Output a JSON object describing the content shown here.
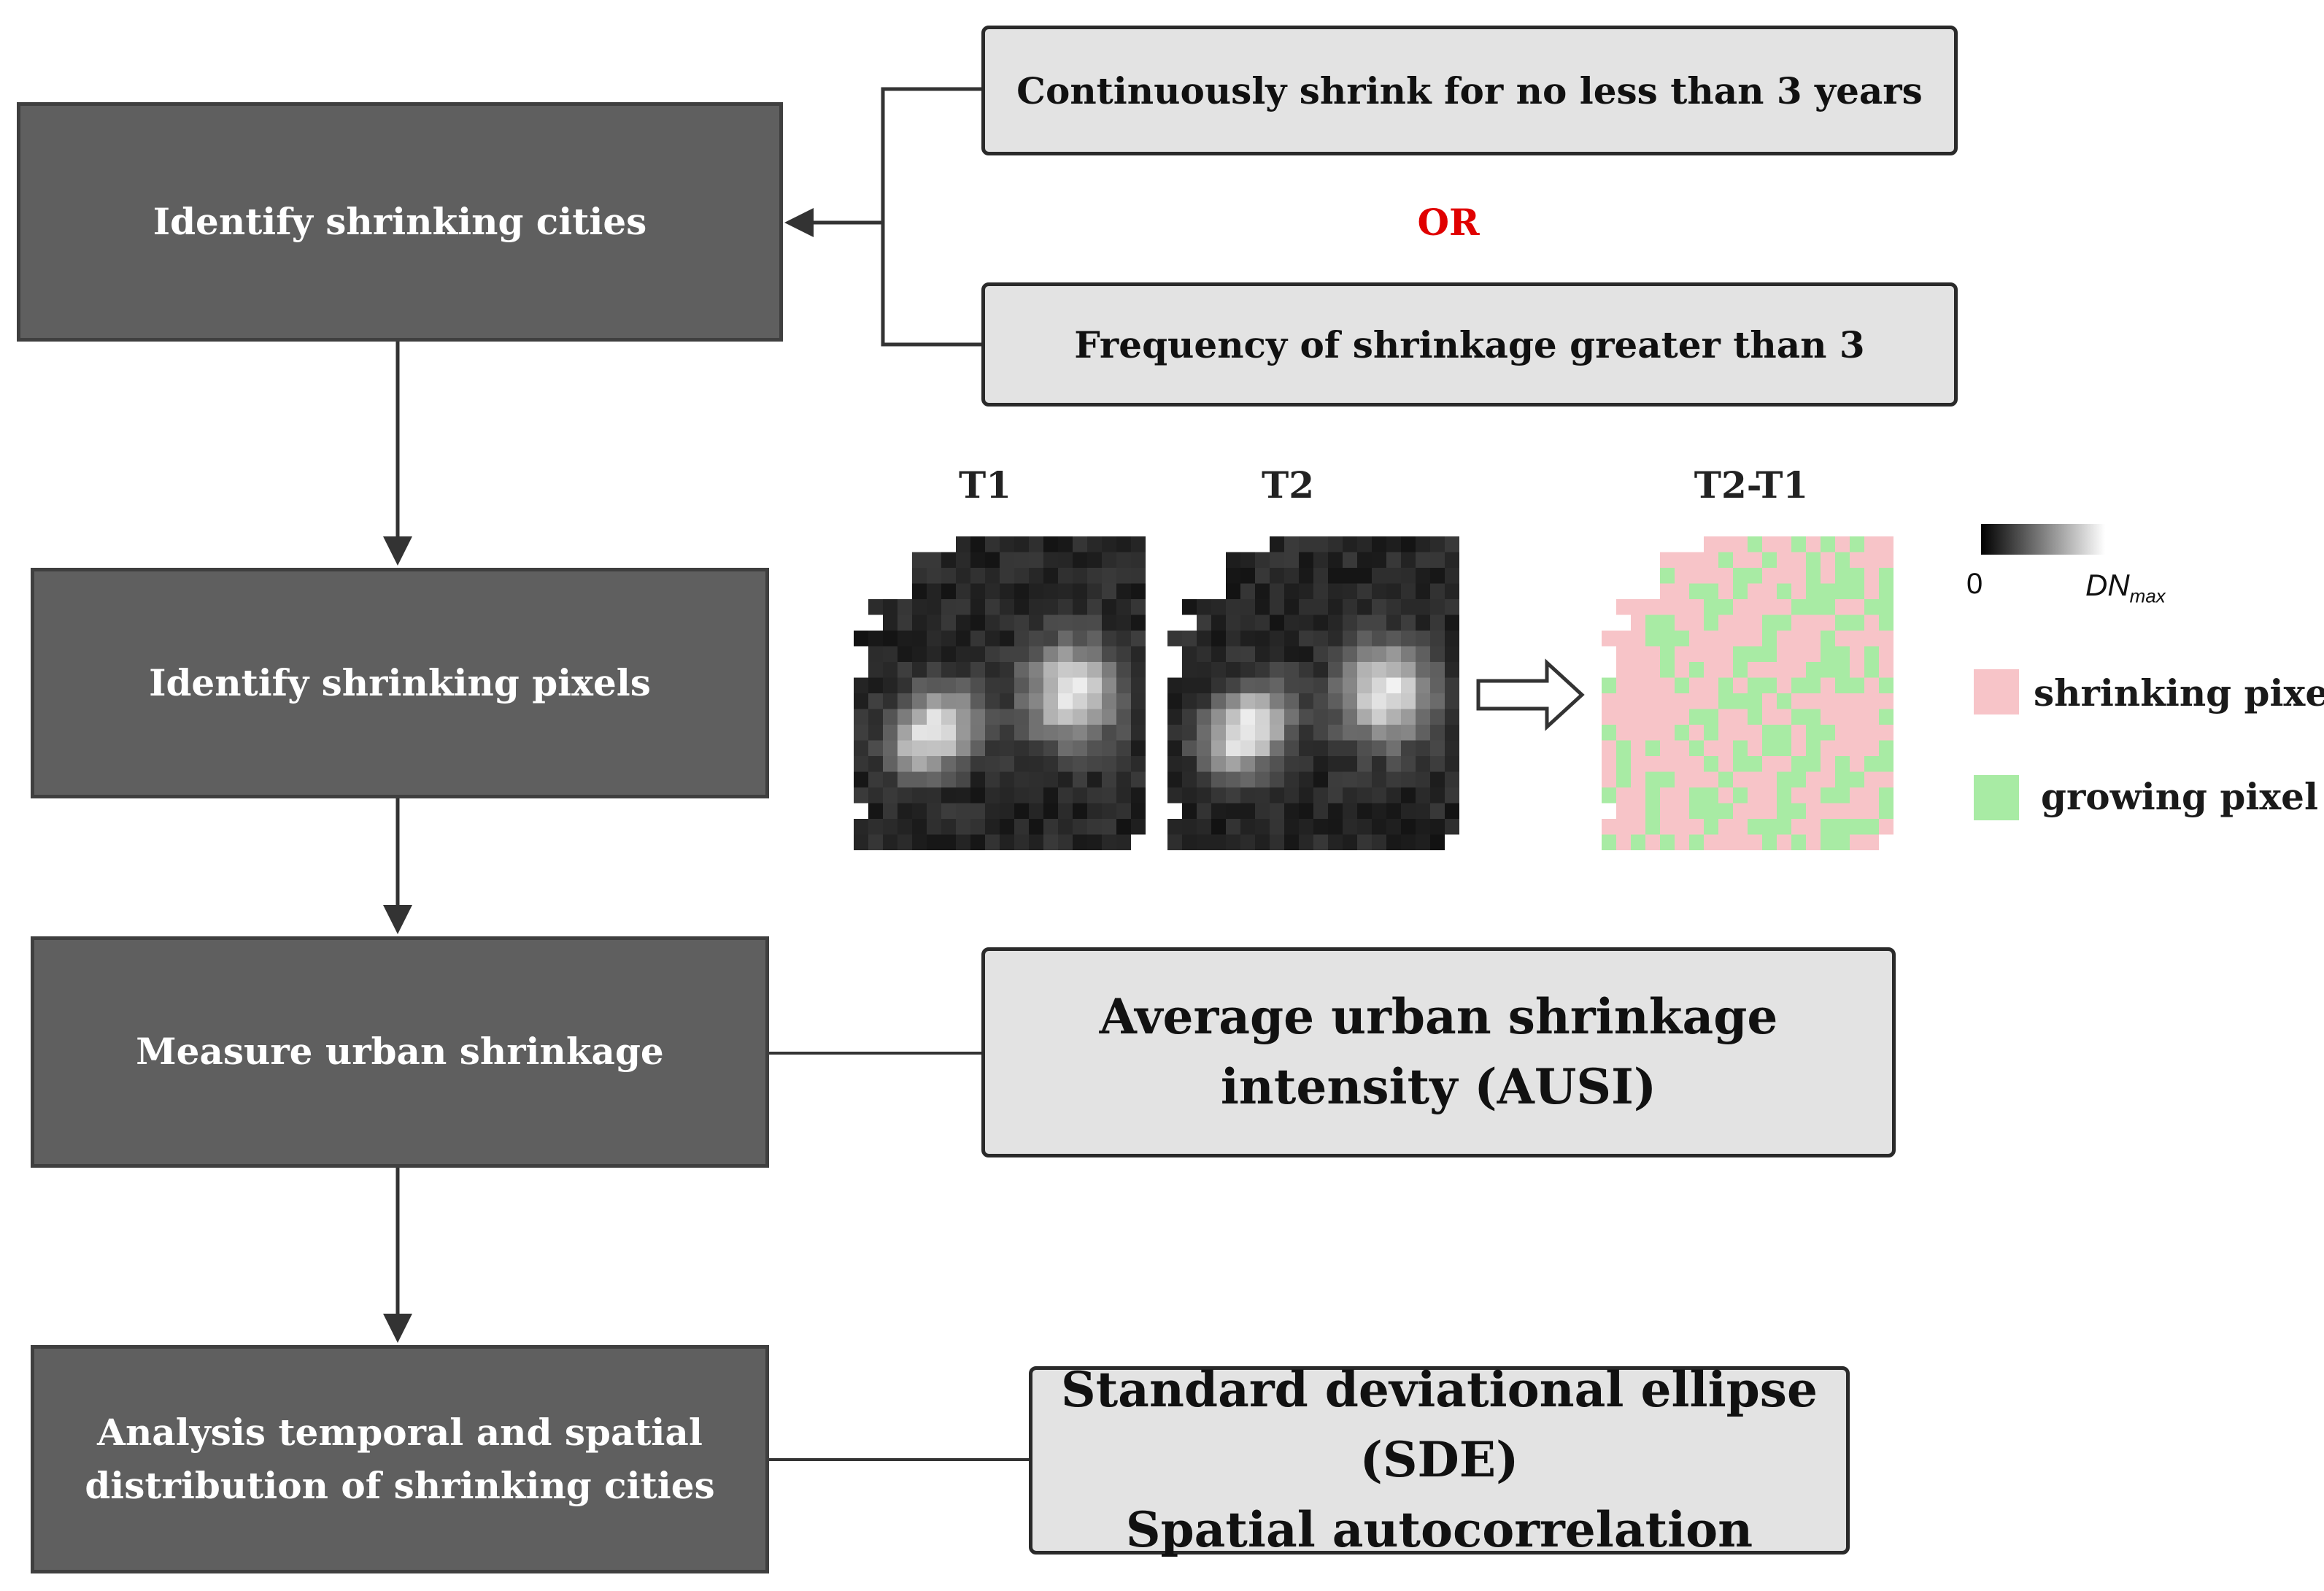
{
  "steps": {
    "identify_cities": "Identify shrinking cities",
    "identify_pixels": "Identify shrinking pixels",
    "measure": "Measure urban shrinkage",
    "analysis_line1": "Analysis temporal and spatial",
    "analysis_line2": "distribution of shrinking cities"
  },
  "criteria": {
    "continuous": "Continuously shrink for no less than 3 years",
    "or_label": "OR",
    "frequency": "Frequency of shrinkage greater than 3"
  },
  "images": {
    "t1_label": "T1",
    "t2_label": "T2",
    "diff_label": "T2-T1"
  },
  "legend": {
    "scale_min": "0",
    "scale_max_main": "DN",
    "scale_max_sub": "max",
    "shrinking_label": "shrinking pixel",
    "growing_label": "growing pixel",
    "shrinking_color": "#f7c4c8",
    "growing_color": "#a8eba4"
  },
  "methods": {
    "ausi_line1": "Average urban shrinkage",
    "ausi_line2": "intensity (AUSI)",
    "sde_line1": "Standard deviational ellipse (SDE)",
    "sde_line2": "Spatial autocorrelation"
  }
}
